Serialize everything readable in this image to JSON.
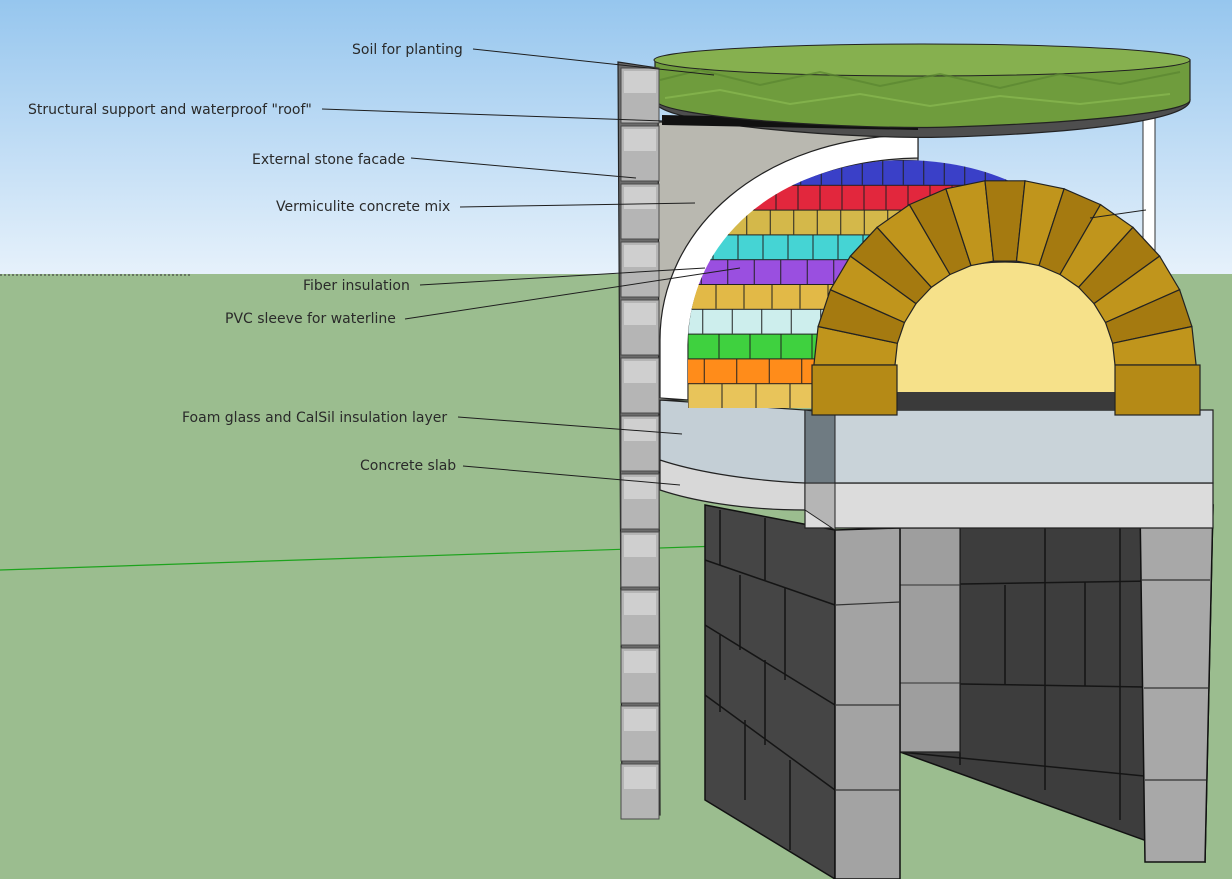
{
  "labels": {
    "soil": "Soil for planting",
    "roof": "Structural support and waterproof \"roof\"",
    "facade": "External stone facade",
    "vermiculite": "Vermiculite concrete mix",
    "fiber": "Fiber insulation",
    "pvc": "PVC sleeve for waterline",
    "foam": "Foam glass and CalSil insulation layer",
    "slab": "Concrete slab"
  },
  "colors": {
    "sky_top": "#96c6ee",
    "sky_bottom": "#e6f1fb",
    "ground": "#9bbd8f",
    "grass": "#7aa044",
    "block": "#4a4a4a",
    "arch_brick": "#b58a16",
    "foam_layer": "#c9d3d9",
    "slab": "#d6d6d6"
  },
  "dome_row_colors": [
    "#e8c45a",
    "#ff8c1a",
    "#3fd13f",
    "#cdeeed",
    "#e2b947",
    "#9a4fe0",
    "#45d4d4",
    "#d4b84a",
    "#e2273d",
    "#3a40c8"
  ]
}
